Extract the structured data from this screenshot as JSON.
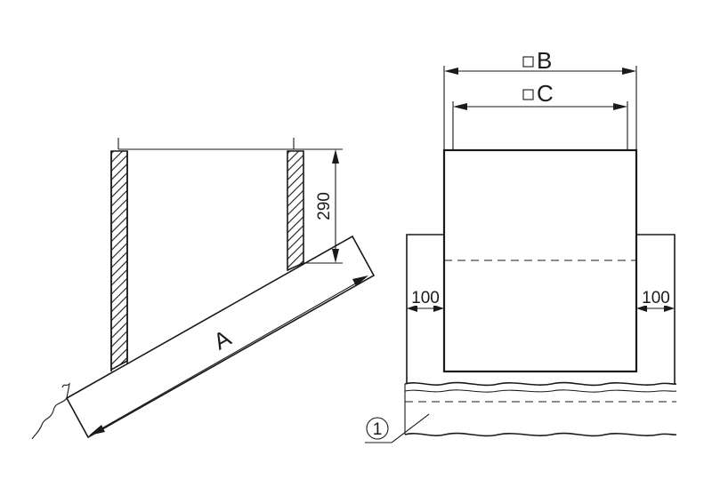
{
  "labels": {
    "dim_height": "290",
    "dim_length": "A",
    "dim_outer_width": "B",
    "dim_inner_width": "C",
    "dim_left_gap": "100",
    "dim_right_gap": "100",
    "callout_1": "1"
  },
  "colors": {
    "line": "#1a1a1a",
    "background": "#ffffff"
  },
  "icons": {
    "square_symbol": "square-dimension-icon",
    "callout_marker": "circled-number-icon"
  }
}
